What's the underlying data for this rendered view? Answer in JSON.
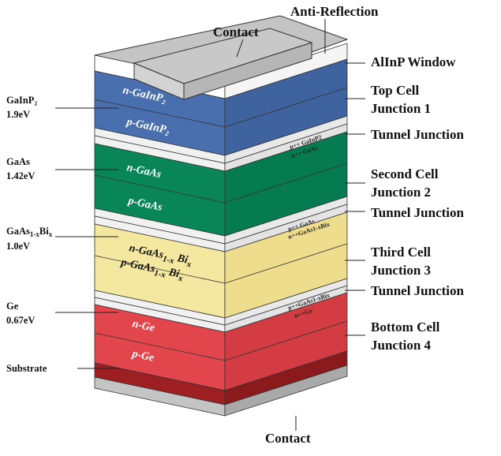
{
  "top_labels": {
    "anti_reflection": "Anti-Reflection",
    "contact_top": "Contact",
    "alinp_window": "AlInP Window"
  },
  "right_labels": {
    "top_cell_1": "Top Cell",
    "top_cell_2": "Junction 1",
    "tunnel_1": "Tunnel Junction",
    "second_cell_1": "Second Cell",
    "second_cell_2": "Junction 2",
    "tunnel_2": "Tunnel Junction",
    "third_cell_1": "Third Cell",
    "third_cell_2": "Junction 3",
    "tunnel_3": "Tunnel Junction",
    "bottom_cell_1": "Bottom Cell",
    "bottom_cell_2": "Junction 4",
    "contact_bottom": "Contact"
  },
  "left_labels": {
    "gainp_name": "GaInP₂",
    "gainp_ev": "1.9eV",
    "gaas_name": "GaAs",
    "gaas_ev": "1.42eV",
    "gaasbi_name_main": "GaAs",
    "gaasbi_name_sub": "1-x",
    "gaasbi_name_end": "Bi",
    "gaasbi_name_sub2": "x",
    "gaasbi_ev": "1.0eV",
    "ge_name": "Ge",
    "ge_ev": "0.67eV",
    "substrate": "Substrate"
  },
  "layer_labels": {
    "n_gainp": "n-GaInP₂",
    "p_gainp": "p-GaInP₂",
    "n_gaas": "n-GaAs",
    "p_gaas": "p-GaAs",
    "n_gaasbi_main": "n-GaAs",
    "n_gaasbi_sub": "1-x",
    "n_gaasbi_end": " Bi",
    "n_gaasbi_sub2": "x",
    "p_gaasbi_main": "p-GaAs",
    "p_gaasbi_sub": "1-x",
    "p_gaasbi_end": " Bi",
    "p_gaasbi_sub2": "x",
    "n_ge": "n-Ge",
    "p_ge": "p-Ge"
  },
  "tunnel_side_labels": {
    "tj1_a": "p++ GaInP2",
    "tj1_b": "n++ GaAs",
    "tj2_a": "p++ GaAs",
    "tj2_b": "n++GaAs1-xBix",
    "tj3_a": "p++GaAs1-xBix",
    "tj3_b": "n++Ge"
  },
  "colors": {
    "gray": "#c4c4c4",
    "gray_dark": "#a9a9a9",
    "blue": "#4a6fae",
    "blue_side": "#3f639f",
    "green": "#08865a",
    "green_side": "#067a51",
    "yellow": "#f4e7a0",
    "yellow_side": "#eddd8d",
    "red": "#e2454b",
    "red_side": "#d23c42",
    "dark_red": "#9e1f22",
    "tunnel": "#f1f1f1",
    "white": "#ffffff"
  }
}
